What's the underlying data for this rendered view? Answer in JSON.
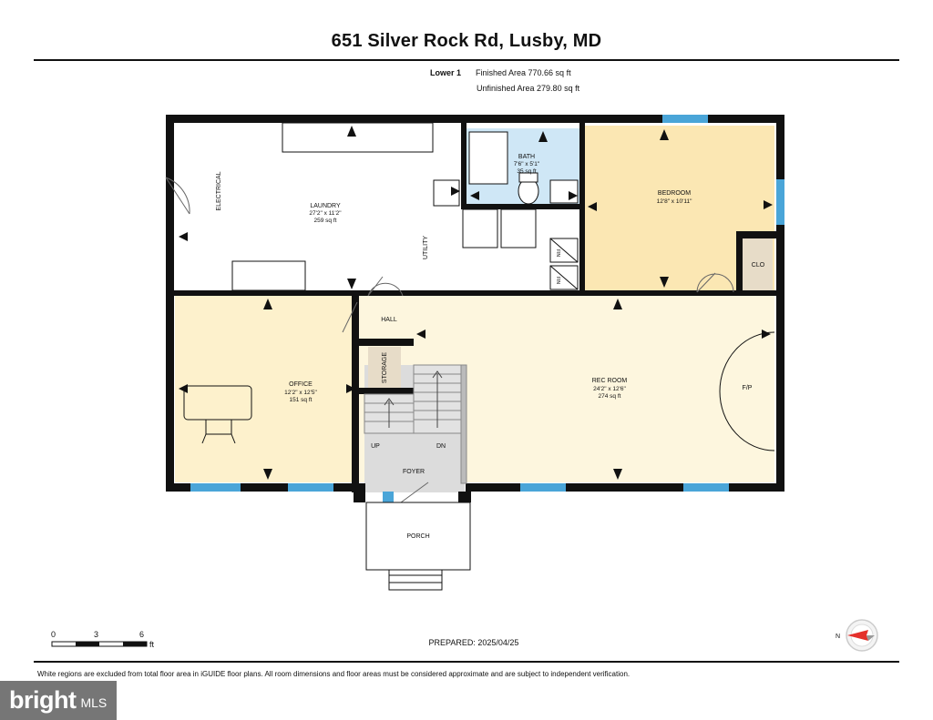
{
  "title": "651 Silver Rock Rd, Lusby, MD",
  "level": "Lower 1",
  "finished_area": "Finished Area 770.66 sq ft",
  "unfinished_area": "Unfinished Area 279.80 sq ft",
  "rooms": {
    "laundry": {
      "name": "LAUNDRY",
      "dims": "27'2\" x 11'2\"",
      "area": "259 sq ft"
    },
    "bath": {
      "name": "BATH",
      "dims": "7'6\" x 5'1\"",
      "area": "35 sq ft"
    },
    "bedroom": {
      "name": "BEDROOM",
      "dims": "12'8\" x 10'11\""
    },
    "office": {
      "name": "OFFICE",
      "dims": "12'2\" x 12'5\"",
      "area": "151 sq ft"
    },
    "rec_room": {
      "name": "REC ROOM",
      "dims": "24'2\" x 12'6\"",
      "area": "274 sq ft"
    }
  },
  "labels": {
    "electrical": "ELECTRICAL",
    "utility": "UTILITY",
    "clo": "CLO",
    "hall": "HALL",
    "storage": "STORAGE",
    "fp": "F/P",
    "up": "UP",
    "dn": "DN",
    "foyer": "FOYER",
    "porch": "PORCH",
    "fin1": "FIN",
    "fin2": "FIN"
  },
  "scale": {
    "t0": "0",
    "t1": "3",
    "t2": "6",
    "unit": "ft"
  },
  "prepared": "PREPARED: 2025/04/25",
  "compass_label": "N",
  "disclaimer": "White regions are excluded from total floor area in iGUIDE floor plans. All room dimensions and floor areas must be considered approximate and are subject to independent verification.",
  "watermark": {
    "brand": "bright",
    "suffix": "MLS"
  },
  "colors": {
    "room_fill": "#fdf1cc",
    "bedroom_fill": "#fbe7b3",
    "bath_fill": "#cfe7f6",
    "window": "#4aa5d8",
    "wall": "#111111",
    "stair": "#cfcfcf"
  }
}
